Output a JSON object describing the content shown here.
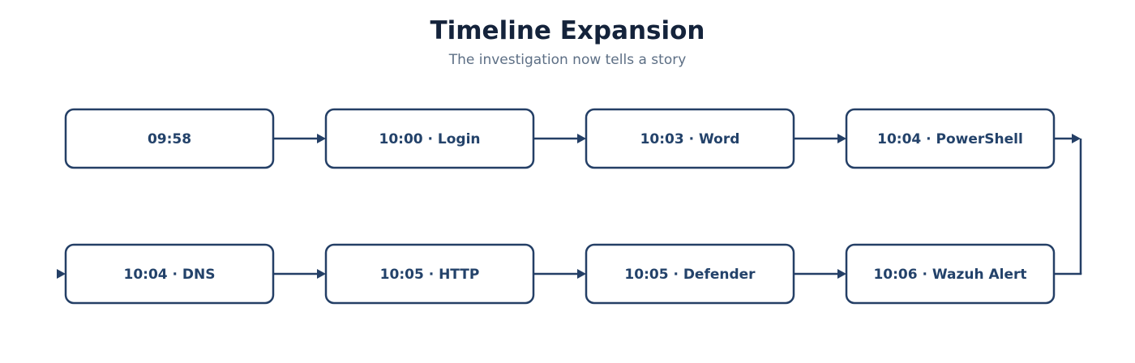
{
  "header": {
    "title": "Timeline Expansion",
    "subtitle": "The investigation now tells a story"
  },
  "colors": {
    "title": "#14233b",
    "subtitle": "#5d6f85",
    "node_border": "#243f66",
    "node_text": "#23426a",
    "connector": "#243f66"
  },
  "timeline": {
    "rows": [
      {
        "events": [
          {
            "label": "09:58"
          },
          {
            "label": "10:00 · Login"
          },
          {
            "label": "10:03 · Word"
          },
          {
            "label": "10:04 · PowerShell"
          }
        ]
      },
      {
        "events": [
          {
            "label": "10:04 · DNS"
          },
          {
            "label": "10:05 · HTTP"
          },
          {
            "label": "10:05 · Defender"
          },
          {
            "label": "10:06 · Wazuh Alert"
          }
        ]
      }
    ]
  }
}
